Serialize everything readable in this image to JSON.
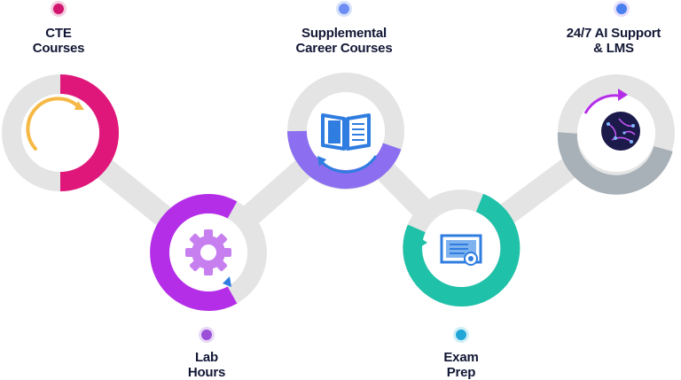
{
  "steps": [
    {
      "id": "cte",
      "label_line1": "CTE",
      "label_line2": "Courses",
      "color": "#e0177a",
      "dot_color": "#d0166f",
      "icon": "empty-circle-icon"
    },
    {
      "id": "lab",
      "label_line1": "Lab",
      "label_line2": "Hours",
      "color": "#b42ee8",
      "dot_color": "#9b4fd9",
      "icon": "gear-icon"
    },
    {
      "id": "supplemental",
      "label_line1": "Supplemental",
      "label_line2": "Career Courses",
      "color": "#8b6ff0",
      "dot_color": "#6d8df5",
      "icon": "open-book-icon"
    },
    {
      "id": "exam",
      "label_line1": "Exam",
      "label_line2": "Prep",
      "color": "#1fc1a8",
      "dot_color": "#21a6d8",
      "icon": "certificate-icon"
    },
    {
      "id": "ai",
      "label_line1": "24/7 AI Support",
      "label_line2": "& LMS",
      "color": "#a8b1b8",
      "dot_color": "#4a7ff0",
      "icon": "ai-brain-icon"
    }
  ],
  "colors": {
    "track": "#e4e4e4",
    "text": "#121735",
    "cte_arc_inner": "#f6b845",
    "icon_blue": "#2f7de0",
    "ai_dark": "#1b1a4a"
  }
}
